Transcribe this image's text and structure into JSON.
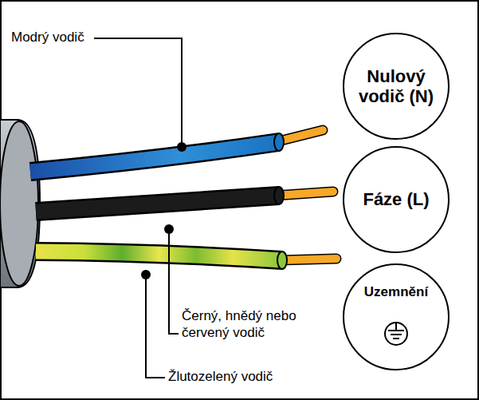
{
  "diagram": {
    "nodes": [
      {
        "text": [
          "Nulový vodič (N)"
        ]
      },
      {
        "text": [
          "Fáze (L)"
        ]
      },
      {
        "text": [
          "Uzemnění"
        ]
      }
    ],
    "labels": [
      "Modrý vodič",
      "Černý, hnědý nebo červený vodič",
      "Žlutozelený vodič"
    ]
  }
}
